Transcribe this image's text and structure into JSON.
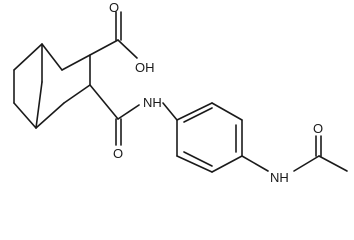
{
  "labels": {
    "oh": "OH",
    "o_acid": "O",
    "o_amide": "O",
    "nh_amide": "NH",
    "nh_acetamide": "NH",
    "o_acetyl": "O"
  },
  "colors": {
    "bond": "#1a1a1a",
    "text": "#1a1a1a",
    "background": "#ffffff"
  }
}
